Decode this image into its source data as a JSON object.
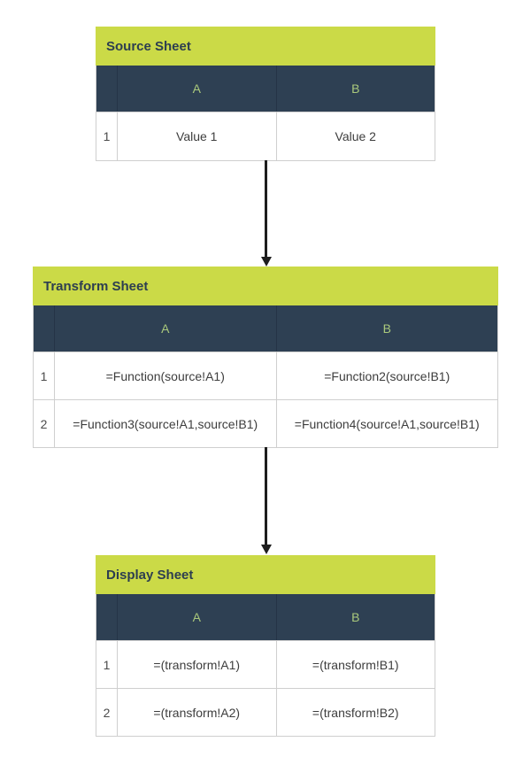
{
  "colors": {
    "title_bar_green": "#cbda47",
    "column_header_navy": "#2e4053",
    "column_letter_green": "#aac97c",
    "cell_border_gray": "#cfcfcf",
    "arrow_black": "#1e1e1e",
    "title_text_navy": "#2d3e50"
  },
  "sheets": [
    {
      "id": "source",
      "title": "Source Sheet",
      "columns": [
        "A",
        "B"
      ],
      "rows": [
        {
          "num": "1",
          "cells": [
            "Value 1",
            "Value 2"
          ]
        }
      ]
    },
    {
      "id": "transform",
      "title": "Transform Sheet",
      "columns": [
        "A",
        "B"
      ],
      "rows": [
        {
          "num": "1",
          "cells": [
            "=Function(source!A1)",
            "=Function2(source!B1)"
          ]
        },
        {
          "num": "2",
          "cells": [
            "=Function3(source!A1,source!B1)",
            "=Function4(source!A1,source!B1)"
          ]
        }
      ]
    },
    {
      "id": "display",
      "title": "Display Sheet",
      "columns": [
        "A",
        "B"
      ],
      "rows": [
        {
          "num": "1",
          "cells": [
            "=(transform!A1)",
            "=(transform!B1)"
          ]
        },
        {
          "num": "2",
          "cells": [
            "=(transform!A2)",
            "=(transform!B2)"
          ]
        }
      ]
    }
  ],
  "connections": [
    {
      "from": "source",
      "to": "transform"
    },
    {
      "from": "transform",
      "to": "display"
    }
  ]
}
